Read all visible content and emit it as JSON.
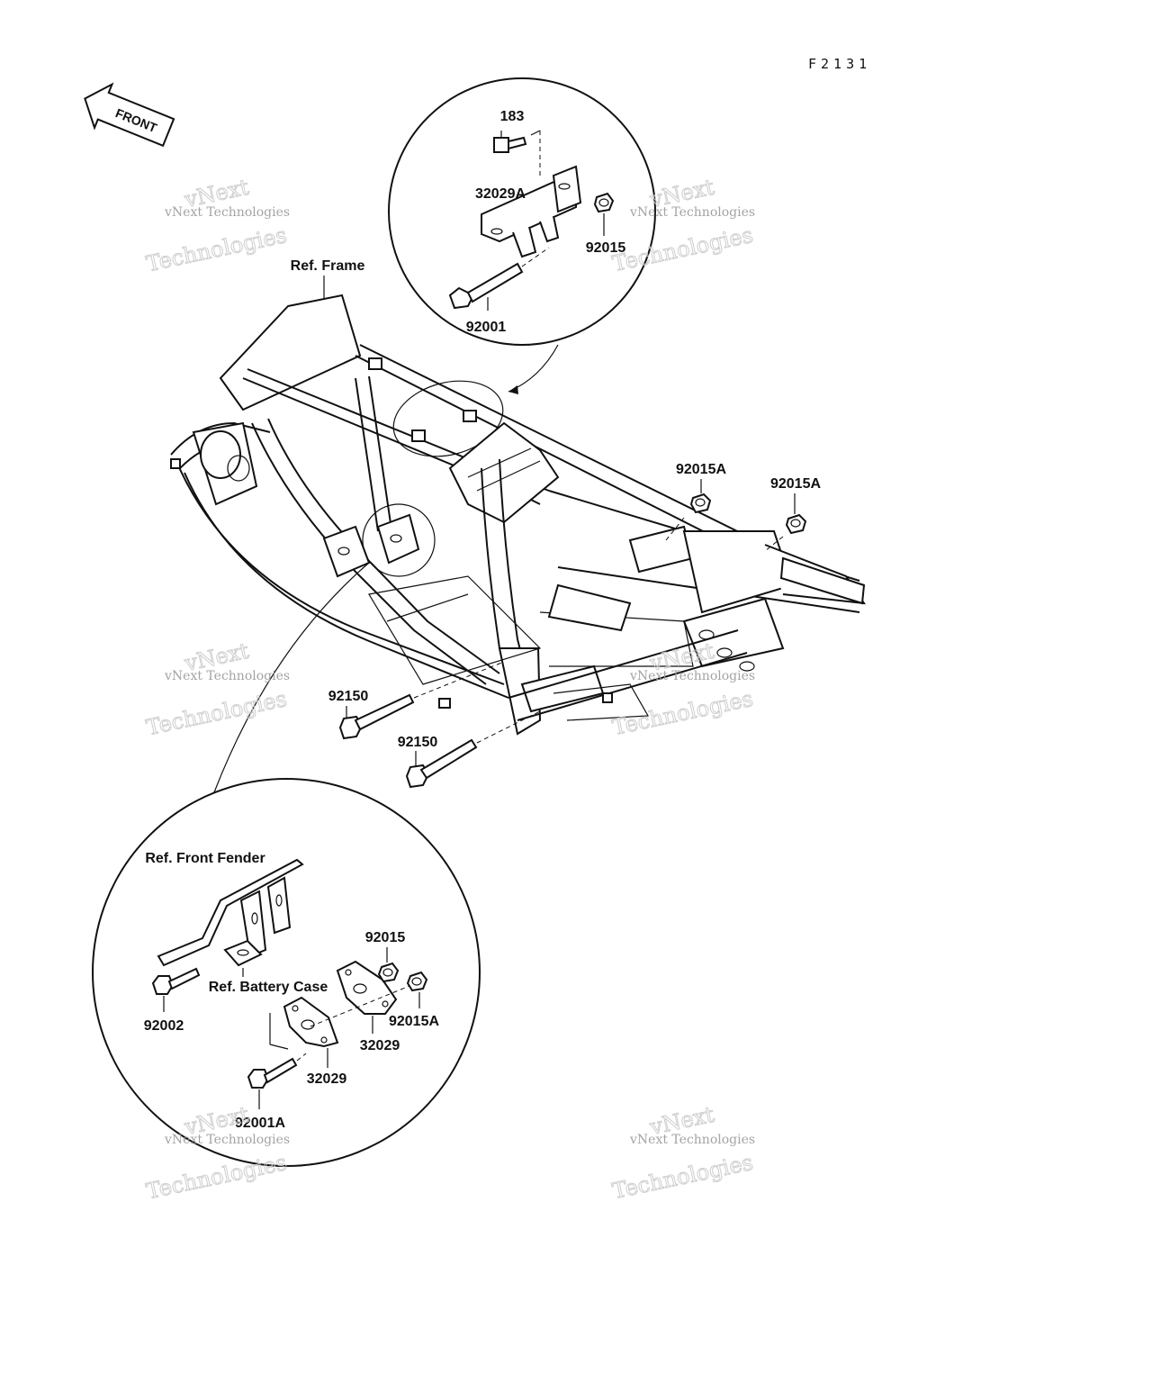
{
  "figure_code": "F2131",
  "front_arrow": "FRONT",
  "labels": {
    "ref_frame": "Ref. Frame",
    "p183": "183",
    "p32029A": "32029A",
    "p92015_top": "92015",
    "p92001": "92001",
    "p92015A_1": "92015A",
    "p92015A_2": "92015A",
    "p92150_1": "92150",
    "p92150_2": "92150",
    "ref_front_fender": "Ref. Front Fender",
    "p92015_bottom": "92015",
    "ref_battery_case": "Ref. Battery Case",
    "p92002": "92002",
    "p92015A_3": "92015A",
    "p32029_1": "32029",
    "p32029_2": "32029",
    "p92001A": "92001A"
  },
  "watermark": {
    "line1": "vNext Technologies",
    "line2": "vNext",
    "line3": "Technologies"
  }
}
